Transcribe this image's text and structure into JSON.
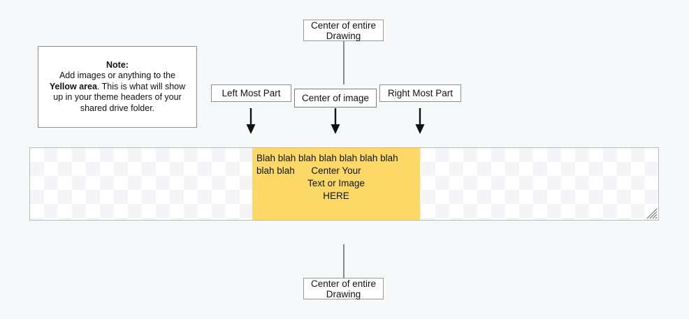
{
  "page": {
    "background_color": "#f7f8fa",
    "title": "Theme header layout diagram"
  },
  "callouts": {
    "top_center": "Center of entire\nDrawing",
    "bottom_center": "Center of entire\nDrawing",
    "left_most": "Left Most Part",
    "center_image": "Center of image",
    "right_most": "Right Most Part"
  },
  "note": {
    "title": "Note:",
    "line1": "Add images or anything to the",
    "emphasis": "Yellow area",
    "line2": ".  This is what will show",
    "line3": "up in your theme headers of your",
    "line4": "shared drive folder."
  },
  "header_canvas": {
    "border_color": "#b8bcc0",
    "checker_color": "#f5f5f7",
    "yellow_color": "#fcd966",
    "blah_text": "Blah blah blah blah blah blah blah blah blah",
    "center_text": "Center Your\nText or Image\nHERE",
    "resize_grip_name": "resize-grip"
  },
  "icons": {
    "arrow_down": "arrow-down-icon",
    "resize": "resize-handle-icon"
  },
  "connectors": {
    "top_line_color": "#8a8a8a",
    "bottom_line_color": "#8a8a8a"
  }
}
